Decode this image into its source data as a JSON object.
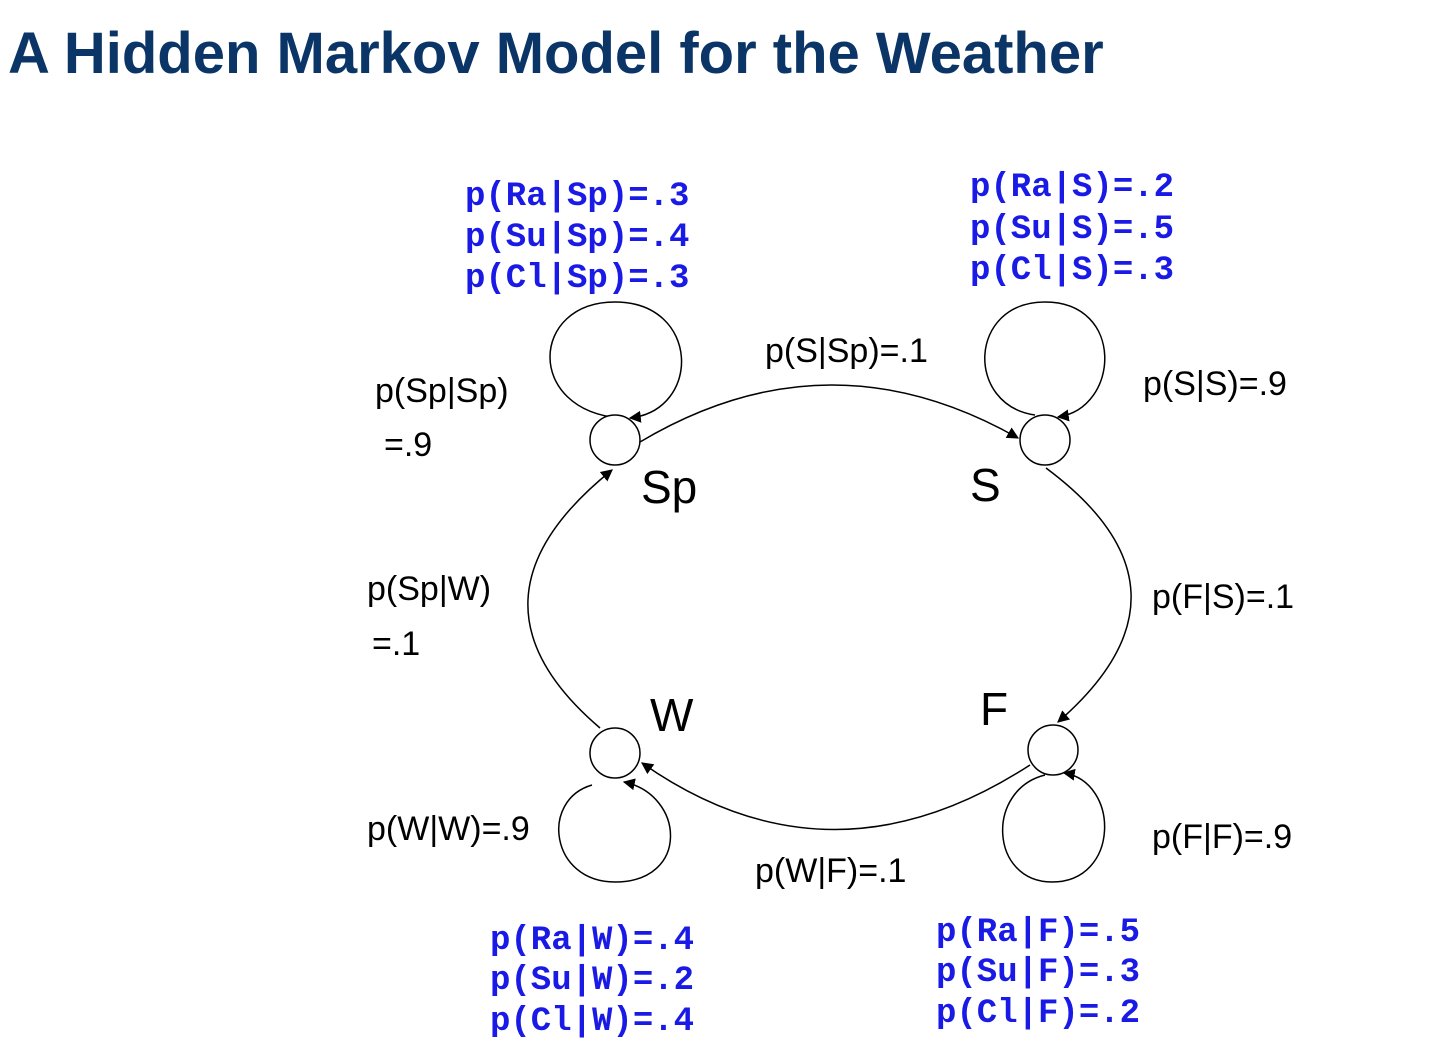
{
  "title": "A Hidden Markov Model for the Weather",
  "states": {
    "Sp": "Sp",
    "S": "S",
    "F": "F",
    "W": "W"
  },
  "transitions": {
    "sp_sp_line1": "p(Sp|Sp)",
    "sp_sp_line2": "=.9",
    "s_sp": "p(S|Sp)=.1",
    "s_s": "p(S|S)=.9",
    "f_s": "p(F|S)=.1",
    "f_f": "p(F|F)=.9",
    "w_f": "p(W|F)=.1",
    "w_w": "p(W|W)=.9",
    "sp_w_line1": "p(Sp|W)",
    "sp_w_line2": "=.1"
  },
  "emissions": {
    "Sp": [
      "p(Ra|Sp)=.3",
      "p(Su|Sp)=.4",
      "p(Cl|Sp)=.3"
    ],
    "S": [
      "p(Ra|S)=.2",
      "p(Su|S)=.5",
      "p(Cl|S)=.3"
    ],
    "W": [
      "p(Ra|W)=.4",
      "p(Su|W)=.2",
      "p(Cl|W)=.4"
    ],
    "F": [
      "p(Ra|F)=.5",
      "p(Su|F)=.3",
      "p(Cl|F)=.2"
    ]
  },
  "colors": {
    "title": "#0a3566",
    "emission_text": "#1a1ae6",
    "edge": "#000000"
  }
}
